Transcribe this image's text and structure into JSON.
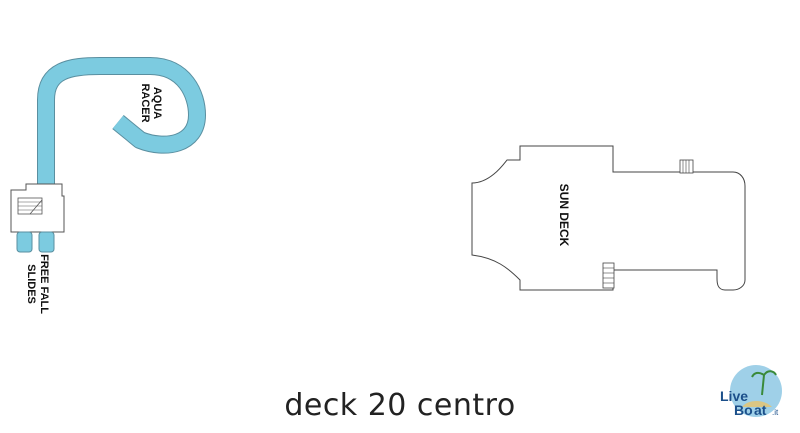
{
  "diagram": {
    "labels": {
      "aqua_racer_line1": "AQUA",
      "aqua_racer_line2": "RACER",
      "free_fall_line1": "FREE FALL",
      "free_fall_line2": "SLIDES",
      "sun_deck": "SUN DECK"
    },
    "caption": "deck 20 centro",
    "colors": {
      "slide": "#7ccbe0",
      "outline": "#555555",
      "text": "#111111"
    }
  },
  "logo": {
    "word1": "Live",
    "word2": "Bo",
    "word3": "at",
    "suffix": ".it",
    "icon": "globe-boat-logo"
  }
}
